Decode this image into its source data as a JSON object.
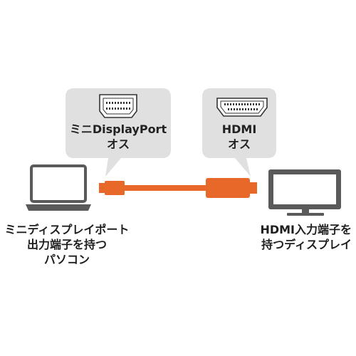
{
  "left_bubble": {
    "line1": "ミニDisplayPort",
    "line2": "オス",
    "connector_icon": "mini-displayport-connector-icon"
  },
  "right_bubble": {
    "line1": "HDMI",
    "line2": "オス",
    "connector_icon": "hdmi-connector-icon"
  },
  "left_device": {
    "icon": "laptop-icon",
    "caption_lines": [
      "ミニディスプレイポート",
      "出力端子を持つ",
      "パソコン"
    ]
  },
  "right_device": {
    "icon": "tv-monitor-icon",
    "caption_lines": [
      "HDMI入力端子を",
      "持つディスプレイ"
    ]
  },
  "cable": {
    "icon": "orange-cable",
    "color": "#e8682a"
  },
  "colors": {
    "bubble": "#e0e0e0",
    "device": "#5a5a5a",
    "cable": "#e8682a"
  }
}
